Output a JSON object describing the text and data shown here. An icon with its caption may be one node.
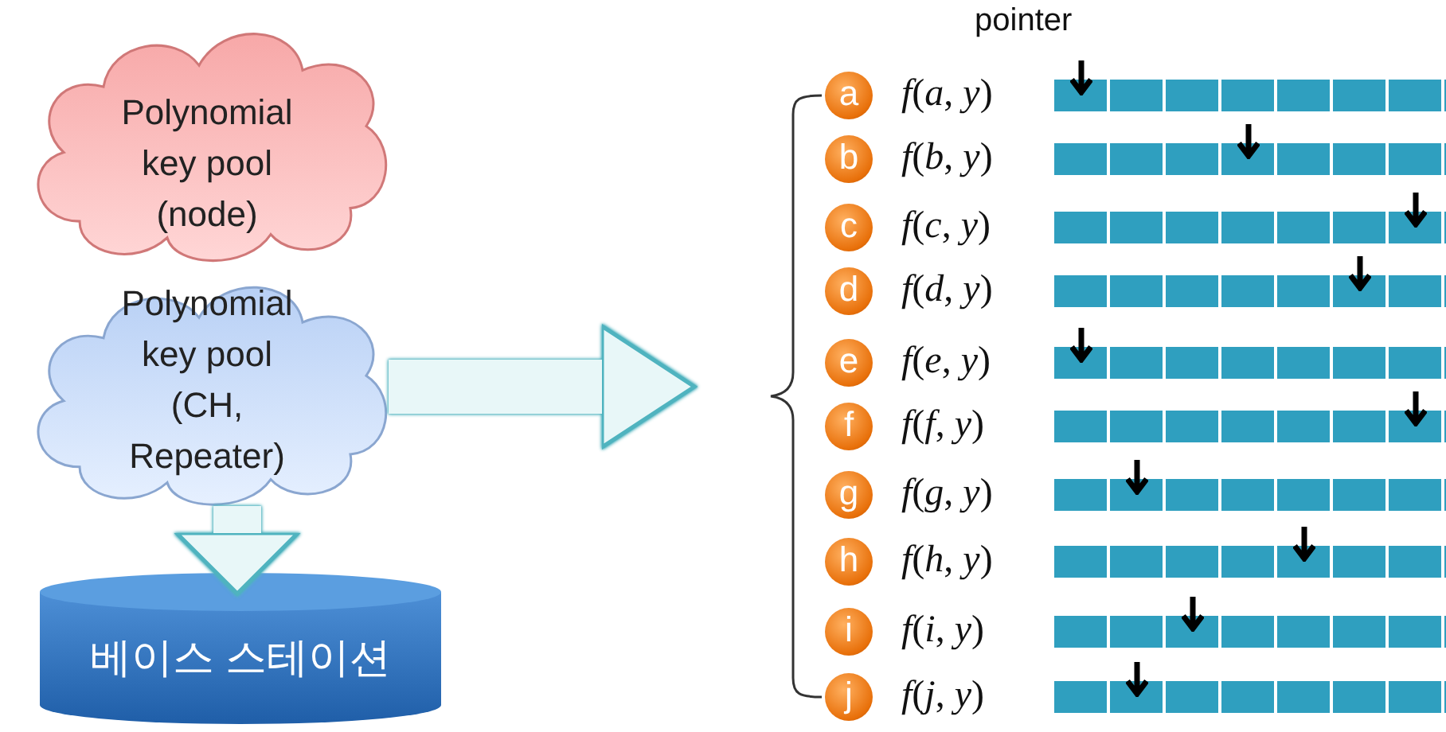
{
  "diagram": {
    "nodes": [
      {
        "text": [
          "Polynomial key pool (node)"
        ]
      },
      {
        "text": [
          "Polynomial key pool (CH, Repeater)"
        ]
      },
      {
        "text": [
          "베이스 스테이션"
        ]
      },
      {
        "text": [
          "a"
        ],
        "beside": [
          "*f*(*a*, *y*)"
        ]
      },
      {
        "text": [
          "b"
        ],
        "beside": [
          "*f*(*b*, *y*)"
        ]
      },
      {
        "text": [
          "c"
        ],
        "beside": [
          "*f*(*c*, *y*)"
        ]
      },
      {
        "text": [
          "d"
        ],
        "beside": [
          "*f*(*d*, *y*)"
        ]
      },
      {
        "text": [
          "e"
        ],
        "beside": [
          "*f*(*e*, *y*)"
        ]
      },
      {
        "text": [
          "f"
        ],
        "beside": [
          "*f*(*f*, *y*)"
        ]
      },
      {
        "text": [
          "g"
        ],
        "beside": [
          "*f*(*g*, *y*)"
        ]
      },
      {
        "text": [
          "h"
        ],
        "beside": [
          "*f*(*h*, *y*)"
        ]
      },
      {
        "text": [
          "i"
        ],
        "beside": [
          "*f*(*i*, *y*)"
        ]
      },
      {
        "text": [
          "j"
        ],
        "beside": [
          "*f*(*j*, *y*)"
        ]
      }
    ],
    "edges": [
      {
        "from": 1,
        "to": 2,
        "arrow": "to"
      },
      {
        "from": 1,
        "to": null,
        "arrow": "to"
      }
    ],
    "labels": [
      "pointer"
    ]
  }
}
